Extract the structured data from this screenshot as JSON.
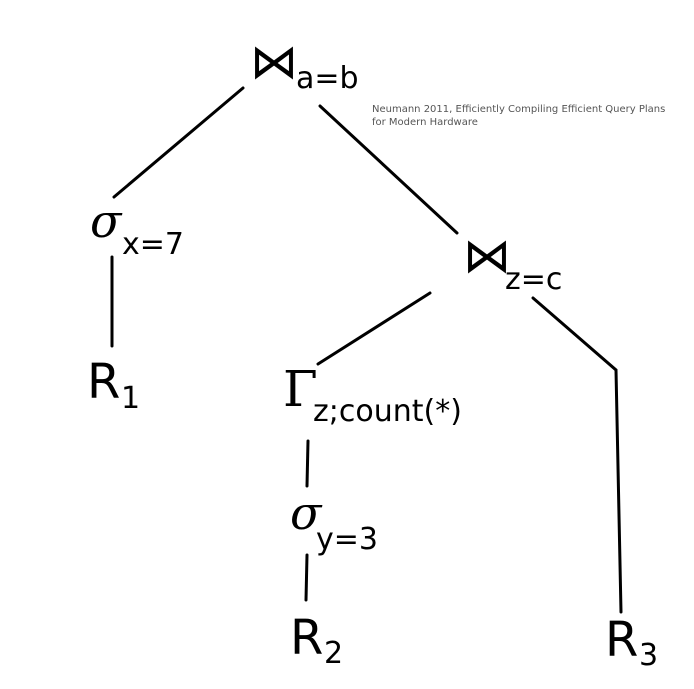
{
  "citation": {
    "line1": "Neumann 2011, Efficiently Compiling Efficient Query Plans",
    "line2": "for Modern Hardware"
  },
  "nodes": {
    "root_join": {
      "symbol": "⋈",
      "subscript": "a=b"
    },
    "select_x": {
      "symbol": "σ",
      "subscript": "x=7"
    },
    "rel_1": {
      "symbol": "R",
      "subscript": "1"
    },
    "join_zc": {
      "symbol": "⋈",
      "subscript": "z=c"
    },
    "group_by": {
      "symbol": "Γ",
      "subscript": "z;count(*)"
    },
    "select_y": {
      "symbol": "σ",
      "subscript": "y=3"
    },
    "rel_2": {
      "symbol": "R",
      "subscript": "2"
    },
    "rel_3": {
      "symbol": "R",
      "subscript": "3"
    }
  },
  "edges": [
    [
      "root_join",
      "select_x"
    ],
    [
      "root_join",
      "join_zc"
    ],
    [
      "select_x",
      "rel_1"
    ],
    [
      "join_zc",
      "group_by"
    ],
    [
      "join_zc",
      "rel_3"
    ],
    [
      "group_by",
      "select_y"
    ],
    [
      "select_y",
      "rel_2"
    ]
  ]
}
